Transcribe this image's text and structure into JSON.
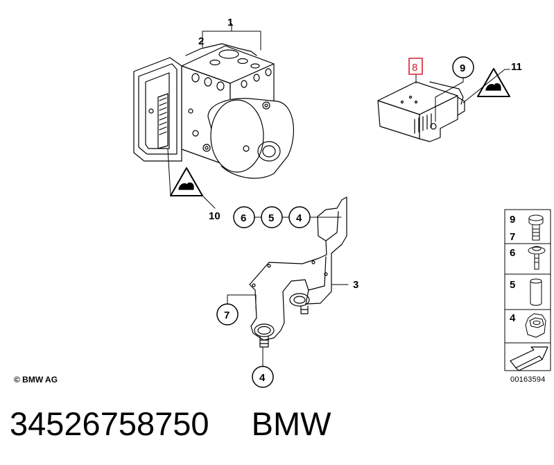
{
  "diagram": {
    "callouts": {
      "c1": "1",
      "c2": "2",
      "c3": "3",
      "c4_top": "4",
      "c4_bottom": "4",
      "c5": "5",
      "c6": "6",
      "c7": "7",
      "c8": "8",
      "c9": "9",
      "c10": "10",
      "c11": "11"
    },
    "highlight_color": "#d81e2a",
    "legend": {
      "items": [
        "9",
        "7",
        "6",
        "5",
        "4"
      ]
    },
    "copyright": "© BMW AG",
    "reference_code": "00163594"
  },
  "footer": {
    "part_number": "34526758750",
    "brand": "BMW"
  }
}
